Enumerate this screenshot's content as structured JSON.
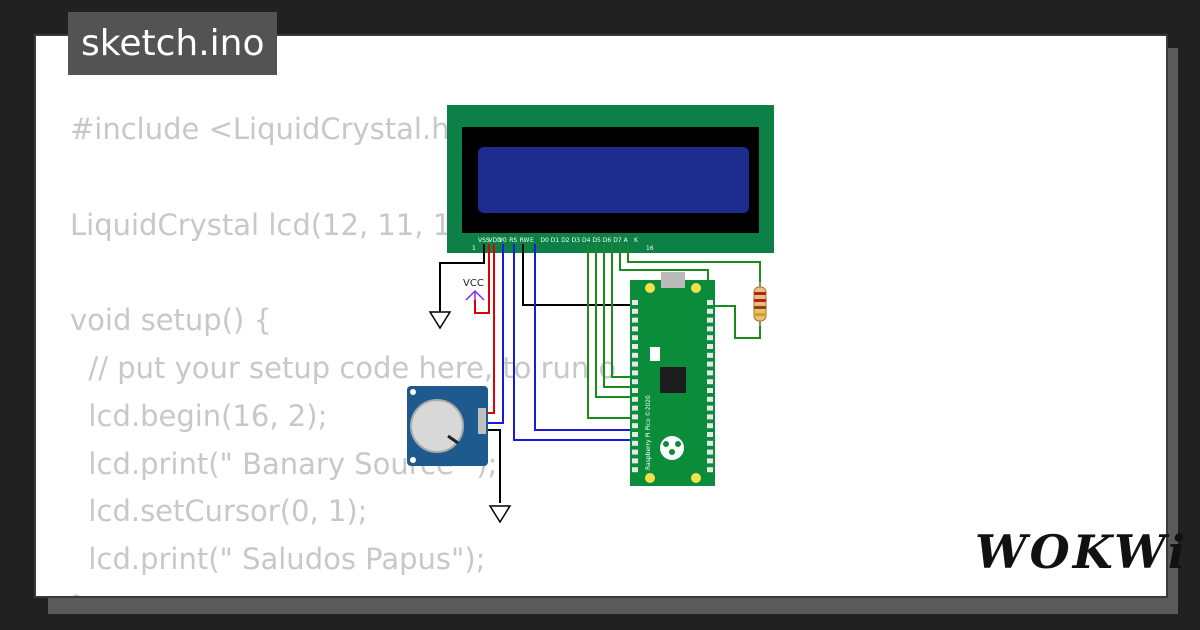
{
  "file_tab": {
    "title": "sketch.ino"
  },
  "code_lines": [
    "#include <LiquidCrystal.h",
    "",
    "LiquidCrystal lcd(12, 11, 1",
    "",
    "void setup() {",
    "  // put your setup code here, to run o",
    "  lcd.begin(16, 2);",
    "  lcd.print(\" Banary Source \");",
    "  lcd.setCursor(0, 1);",
    "  lcd.print(\" Saludos Papus\");",
    "}"
  ],
  "lcd": {
    "pin_labels": [
      "VSS",
      "VDD",
      "V0",
      "RS",
      "RW",
      "E",
      "D0",
      "D1",
      "D2",
      "D3",
      "D4",
      "D5",
      "D6",
      "D7",
      "A",
      "K"
    ],
    "pin_first": "1",
    "pin_last": "16",
    "colors": {
      "board": "#0c8046",
      "bezel": "#000000",
      "screen": "#1f2c8f"
    }
  },
  "vcc_label": "VCC",
  "pico": {
    "silk_text": "Raspberry Pi Pico ©2020",
    "colors": {
      "board": "#0a8c3a",
      "chip": "#1c1c1c"
    },
    "icon": "raspberry-logo-icon"
  },
  "potentiometer": {
    "icon": "potentiometer-knob-icon",
    "color": "#1f5a8f"
  },
  "resistor": {
    "icon": "resistor-icon"
  },
  "wire_colors": {
    "black": "#000000",
    "red": "#e00000",
    "blue": "#1a1adf",
    "green": "#1a8c1a"
  },
  "brand": {
    "name": "WOKWi"
  }
}
